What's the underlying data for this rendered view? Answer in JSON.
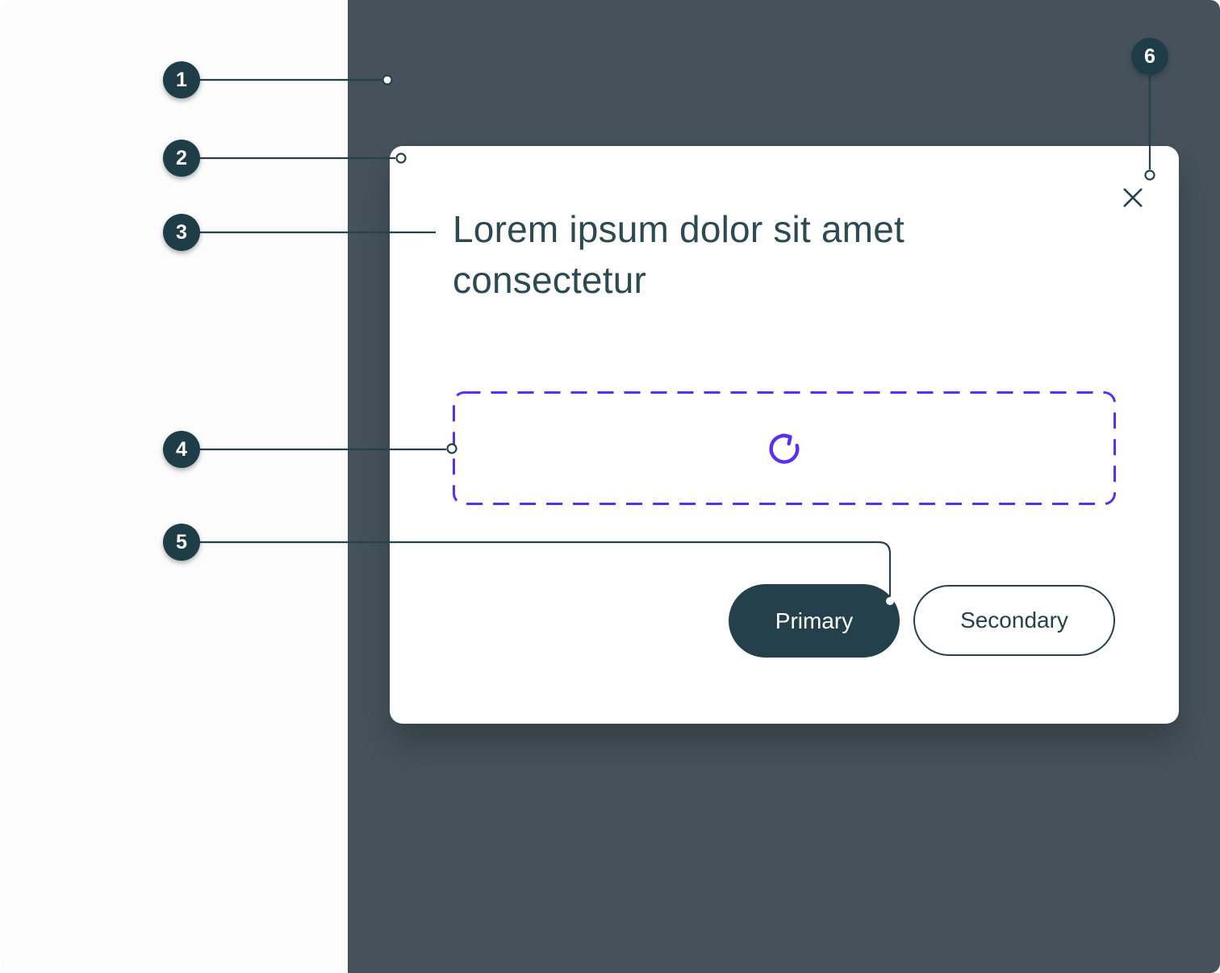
{
  "colors": {
    "canvas": "#fcfcfc",
    "overlay": "#45525b",
    "surface": "#ffffff",
    "ink": "#24424b",
    "title_ink": "#2d4a53",
    "badge_bg": "#1f3d46",
    "accent": "#5a2ff0",
    "primary_bg": "#24404a"
  },
  "modal": {
    "title": "Lorem ipsum dolor sit amet consectetur",
    "primary_label": "Primary",
    "secondary_label": "Secondary"
  },
  "icons": {
    "close": "✕",
    "refresh": "↻"
  },
  "callouts": {
    "items": [
      {
        "label": "1"
      },
      {
        "label": "2"
      },
      {
        "label": "3"
      },
      {
        "label": "4"
      },
      {
        "label": "5"
      },
      {
        "label": "6"
      }
    ]
  }
}
